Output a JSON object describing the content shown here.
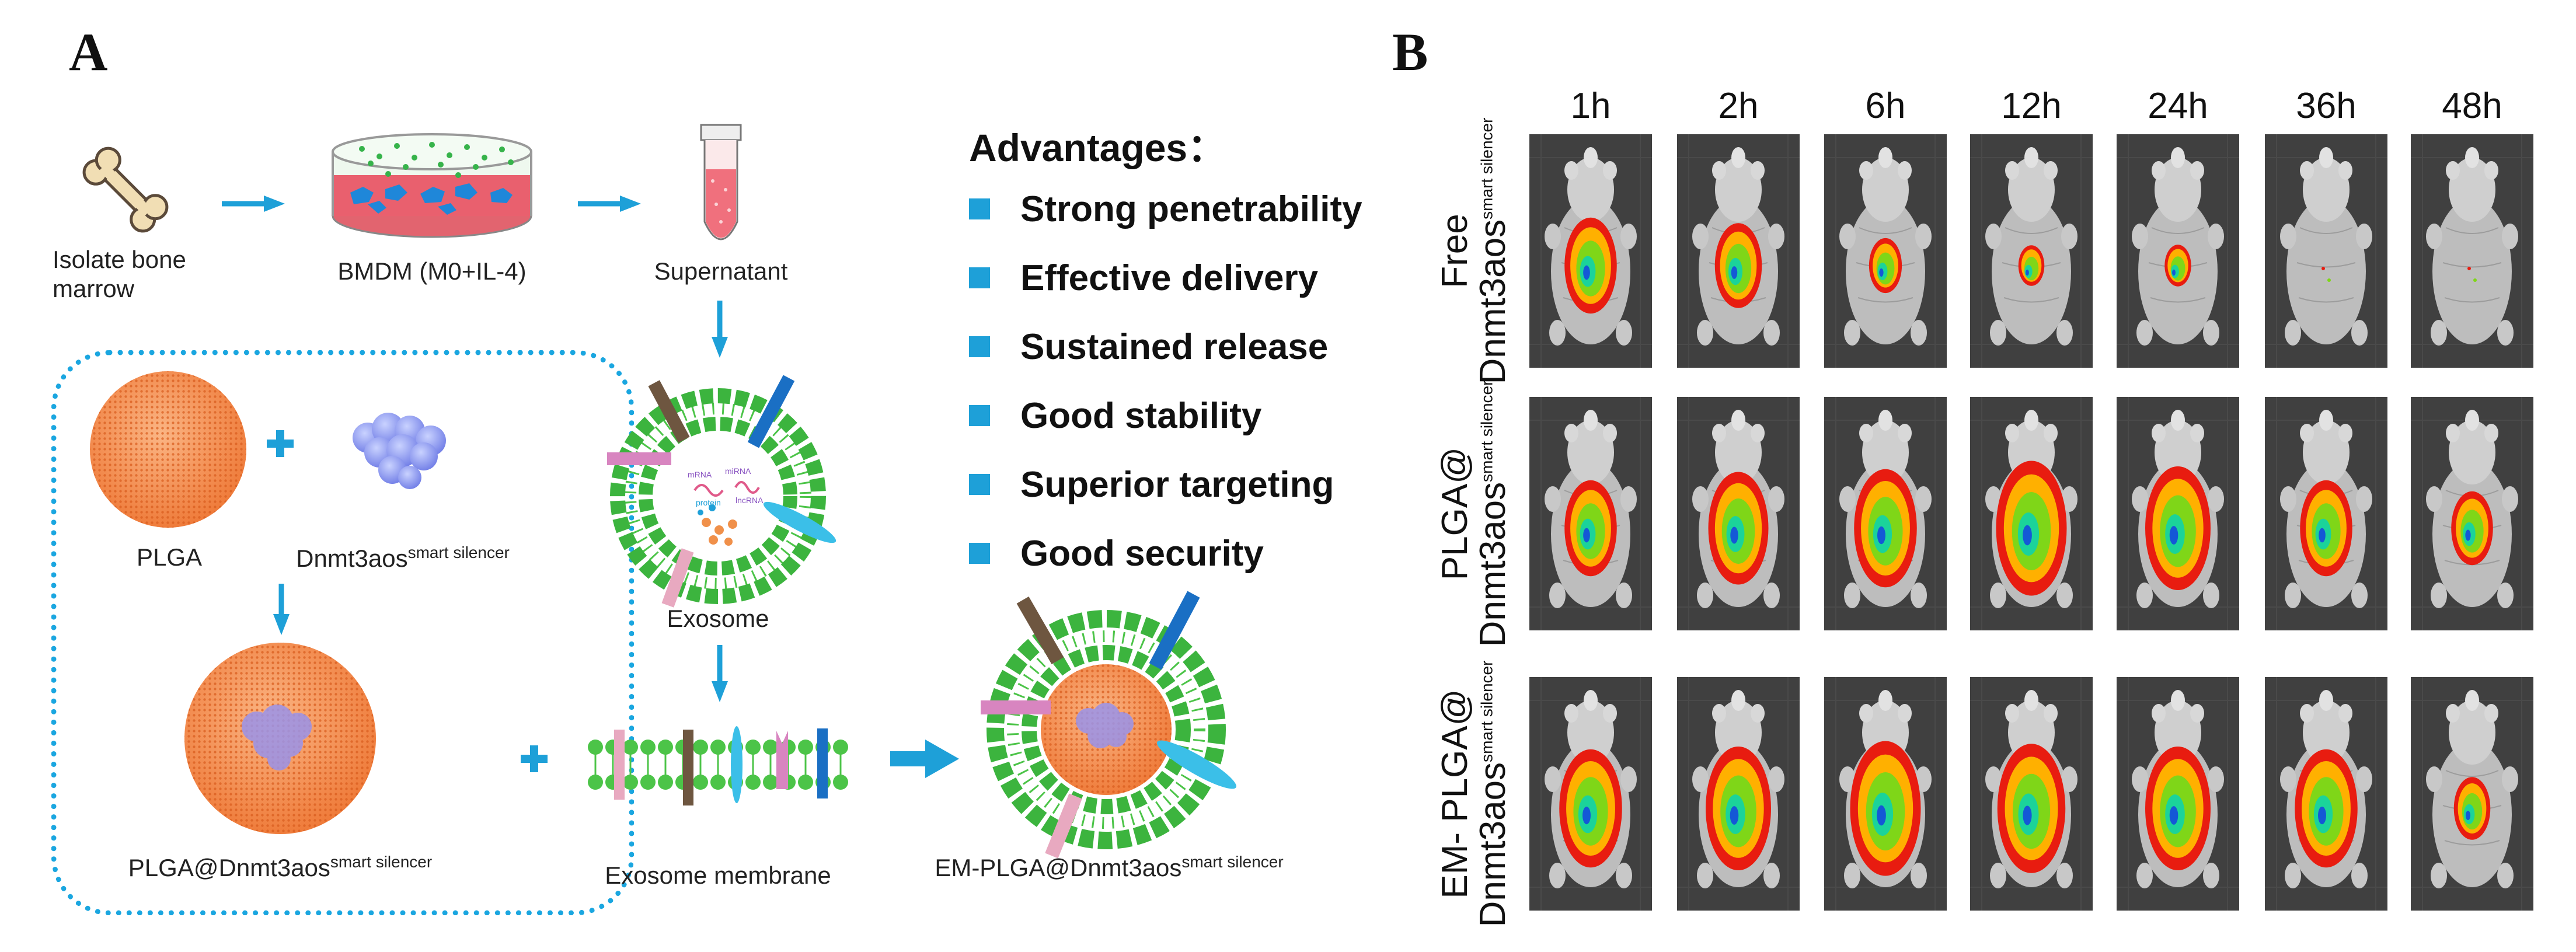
{
  "panels": {
    "a": "A",
    "b": "B"
  },
  "workflow": {
    "isolate_line1": "Isolate bone",
    "isolate_line2": "marrow",
    "bmdm": "BMDM (M0+IL-4)",
    "supernatant": "Supernatant",
    "exosome": "Exosome",
    "exosome_membrane": "Exosome membrane",
    "plga": "PLGA",
    "dnmt_base": "Dnmt3aos",
    "smart_sup": "smart silencer",
    "plga_dnmt_base": "PLGA@Dnmt3aos",
    "em_plga_base": "EM-PLGA@Dnmt3aos",
    "exosome_text": {
      "mrna": "mRNA",
      "mirna": "miRNA",
      "protein": "protein",
      "lncrna": "lncRNA"
    }
  },
  "advantages": {
    "title": "Advantages：",
    "items": [
      "Strong penetrability",
      "Effective delivery",
      "Sustained release",
      "Good stability",
      "Superior targeting",
      "Good security"
    ]
  },
  "imaging": {
    "timepoints": [
      "1h",
      "2h",
      "6h",
      "12h",
      "24h",
      "36h",
      "48h"
    ],
    "rows": [
      {
        "line1": "Free",
        "line2": "Dnmt3aos",
        "sup": "smart silencer"
      },
      {
        "line1": "PLGA@",
        "line2": "Dnmt3aos",
        "sup": "smart silencer"
      },
      {
        "line1": "EM- PLGA@",
        "line2": "Dnmt3aos",
        "sup": "smart silencer"
      }
    ],
    "signal_levels": [
      [
        0.55,
        0.45,
        0.18,
        0.05,
        0.06,
        0.02,
        0.02
      ],
      [
        0.55,
        0.7,
        0.75,
        0.9,
        0.8,
        0.55,
        0.35
      ],
      [
        0.75,
        0.8,
        0.9,
        0.85,
        0.8,
        0.75,
        0.25
      ]
    ],
    "colors": {
      "hot": "#e81c10",
      "warm": "#ffb000",
      "mid": "#7fd618",
      "cool": "#1bd39a",
      "core": "#1458d6"
    }
  },
  "colors": {
    "arrow": "#1ea0d8",
    "plga": "#f0894a",
    "lipid": "#4cc448"
  }
}
